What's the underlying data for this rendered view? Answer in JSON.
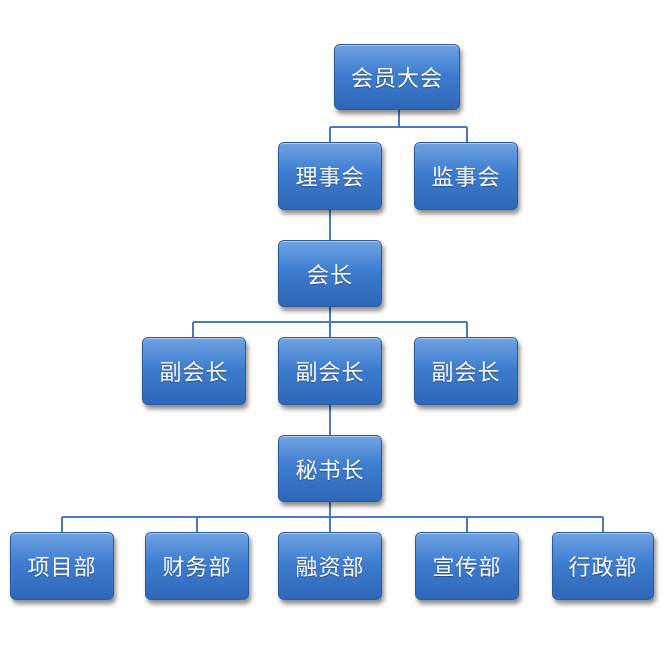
{
  "org_chart": {
    "assembly": "会员大会",
    "council": "理事会",
    "supervisory": "监事会",
    "president": "会长",
    "vice_presidents": [
      "副会长",
      "副会长",
      "副会长"
    ],
    "secretary_general": "秘书长",
    "departments": [
      "项目部",
      "财务部",
      "融资部",
      "宣传部",
      "行政部"
    ]
  }
}
